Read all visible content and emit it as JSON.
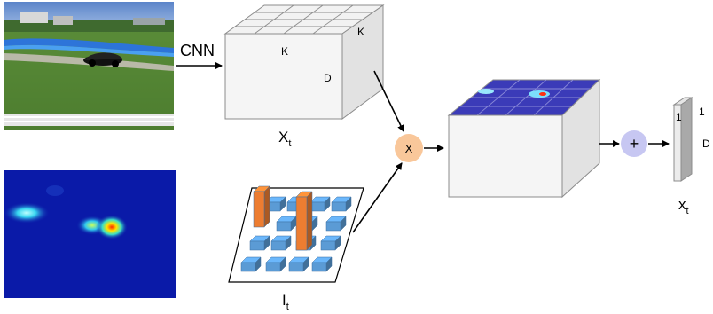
{
  "labels": {
    "cnn": "CNN",
    "k_top": "K",
    "k_front": "K",
    "d_front": "D",
    "xt_main": "X",
    "xt_main_sub": "t",
    "it": "I",
    "it_sub": "t",
    "multiply": "X",
    "plus": "+",
    "vec_one_front": "1",
    "vec_one_side": "1",
    "vec_d": "D",
    "xt_vec": "x",
    "xt_vec_sub": "t"
  },
  "colors": {
    "cube_fill": "#f2f2f2",
    "cube_side": "#e2e2e2",
    "cube_stroke": "#8c8c8c",
    "attention_grid": "#3b3bb8",
    "multiply_node": "#f9c79a",
    "plus_node": "#c7c7f2",
    "bar_orange": "#ed7d31",
    "block_blue": "#5b9bd5",
    "heatmap_bg": "#0a1aa8"
  },
  "icons": {
    "photo": "race-car-photo",
    "heatmap": "attention-heatmap"
  }
}
